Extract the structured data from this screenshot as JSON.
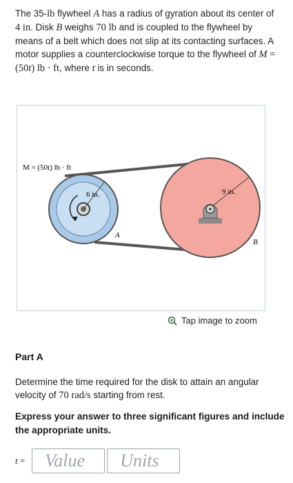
{
  "problem": {
    "t1": "The 35-",
    "lb1": "lb",
    "t2": " flywheel ",
    "A": "A",
    "t3": " has a radius of gyration about its center of ",
    "four_in": "4 in",
    "t4": ". Disk ",
    "B": "B",
    "t5": " weighs ",
    "seventy": "70",
    "lb2": "lb",
    "t6": " and is coupled to the flywheel by means of a belt which does not slip at its contacting surfaces. A motor supplies a counterclockwise torque to the flywheel of ",
    "M": "M",
    "eq": " = (50",
    "t_var": "t",
    "eq_end": ") lb · ft",
    "t7": ", where ",
    "t_var2": "t",
    "t8": " is in seconds."
  },
  "figure": {
    "moment_label": "M = (50t) lb · ft",
    "radius_a_label": "6 in.",
    "radius_b_label": "9 in.",
    "label_a": "A",
    "label_b": "B"
  },
  "zoom": {
    "label": "Tap image to zoom"
  },
  "part": {
    "title": "Part A"
  },
  "question": {
    "q1": "Determine the time required for the disk to attain an angular velocity of ",
    "value": "70",
    "unit": "rad/s",
    "q2": " starting from rest."
  },
  "instructions": {
    "text": "Express your answer to three significant figures and include the appropriate units."
  },
  "answer": {
    "label_var": "t",
    "label_eq": " =",
    "value_placeholder": "Value",
    "units_placeholder": "Units"
  },
  "colors": {
    "flywheel_fill": "#b8d4ee",
    "disk_fill": "#f3a79f",
    "figure_border": "#c6cfe0"
  }
}
